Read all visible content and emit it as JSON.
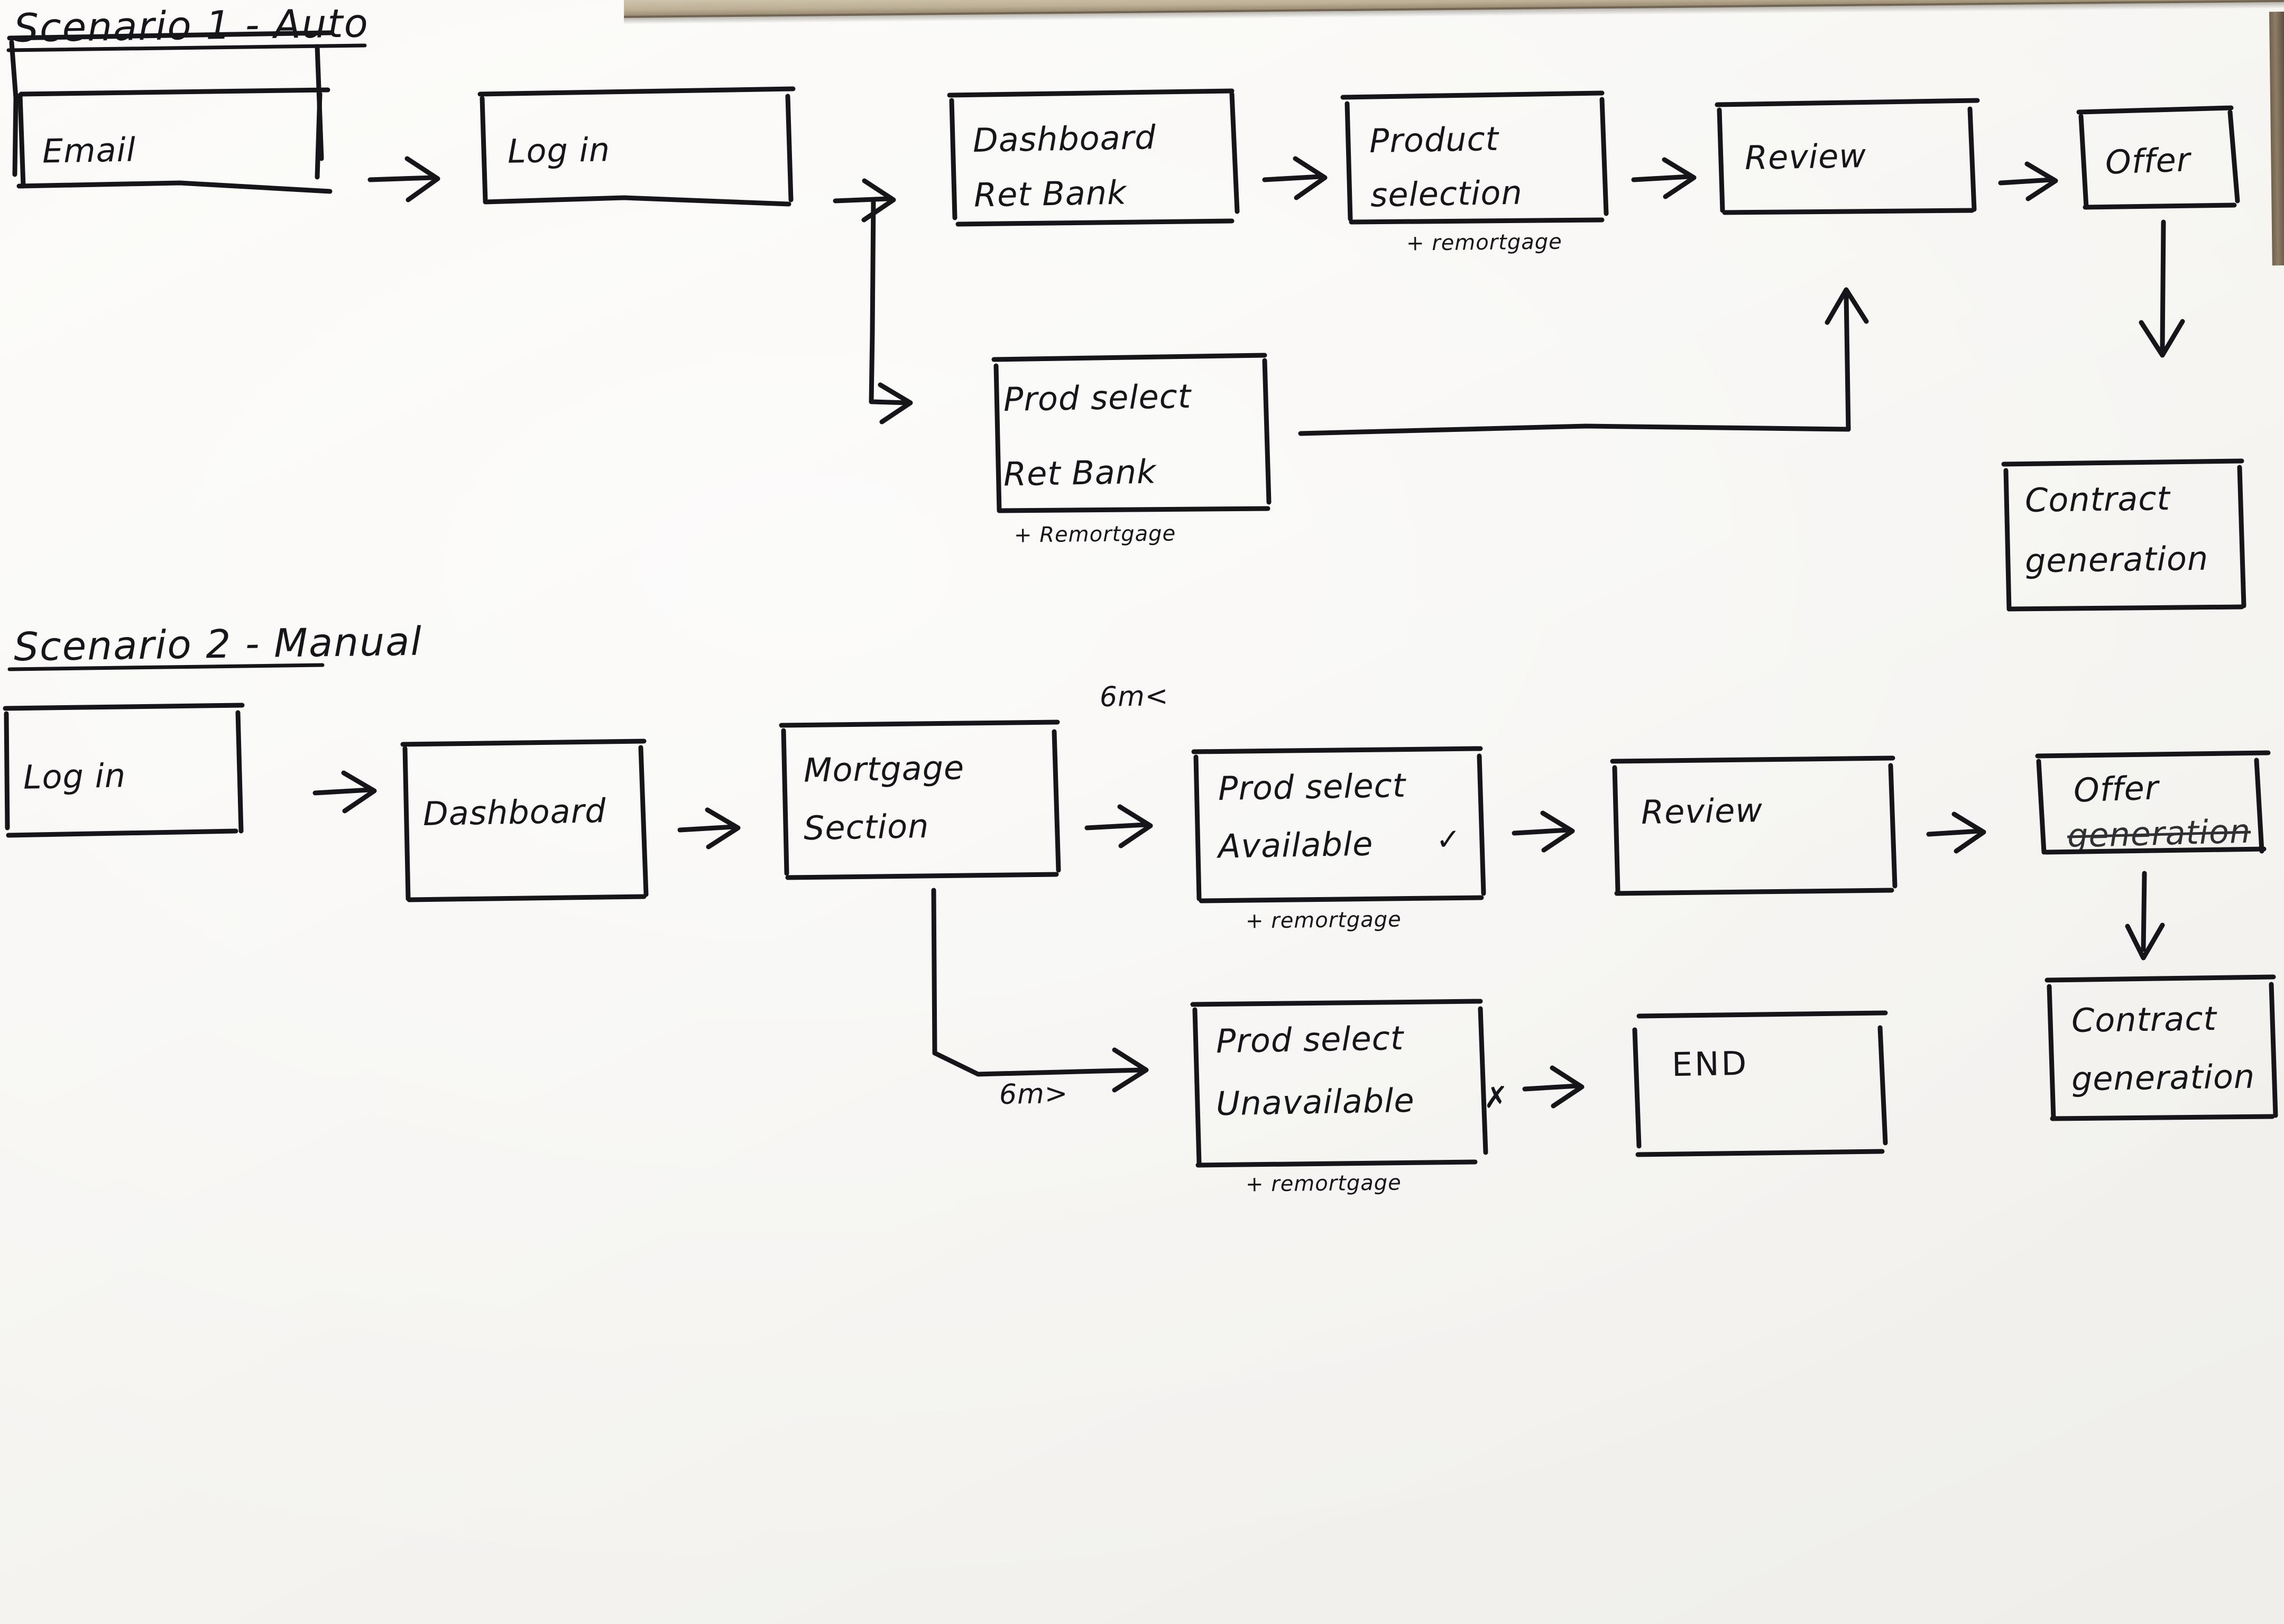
{
  "board": {
    "background_color": "#f8f7f5",
    "ink_color": "#16161a",
    "frame_color": "#bdb096"
  },
  "scenario1": {
    "title": "Scenario 1 - Auto",
    "nodes": {
      "email": "Email",
      "login": "Log in",
      "dashboard_line1": "Dashboard",
      "dashboard_line2": "Ret Bank",
      "prod_select_line1": "Prod select",
      "prod_select_line2": "Ret Bank",
      "prod_select_note": "+ Remortgage",
      "product_selection_line1": "Product",
      "product_selection_line2": "selection",
      "product_selection_note": "+ remortgage",
      "review": "Review",
      "offer": "Offer",
      "contract_line1": "Contract",
      "contract_line2": "generation"
    }
  },
  "scenario2": {
    "title": "Scenario 2 - Manual",
    "nodes": {
      "login": "Log in",
      "dashboard": "Dashboard",
      "mortgage_section_line1": "Mortgage",
      "mortgage_section_line2": "Section",
      "prod_available_line1": "Prod select",
      "prod_available_line2": "Available",
      "prod_available_mark": "✓",
      "prod_available_note": "+ remortgage",
      "prod_unavailable_line1": "Prod select",
      "prod_unavailable_line2": "Unavailable",
      "prod_unavailable_mark": "✗",
      "prod_unavailable_note": "+ remortgage",
      "review": "Review",
      "offer": "Offer",
      "offer_struck": "generation",
      "contract_line1": "Contract",
      "contract_line2": "generation",
      "end": "END"
    },
    "annotations": {
      "branch_available": "6m<",
      "branch_unavailable": "6m>"
    }
  }
}
